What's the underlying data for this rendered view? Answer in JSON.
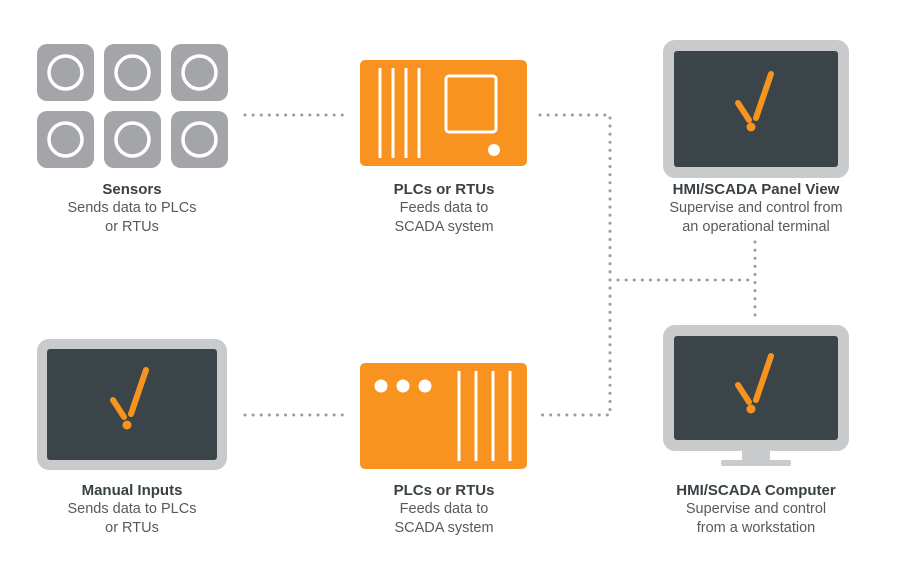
{
  "colors": {
    "accent_orange": "#f7931e",
    "device_gray": "#a3a5a8",
    "screen_dark": "#3b4448",
    "text_dark": "#3a4145",
    "text_body": "#555a5e",
    "connector_dots": "#9b9ea1"
  },
  "nodes": {
    "sensors": {
      "title": "Sensors",
      "line1": "Sends data to PLCs",
      "line2": "or RTUs",
      "icon": "sensor-grid-icon"
    },
    "plc_top": {
      "title": "PLCs or RTUs",
      "line1": "Feeds data to",
      "line2": "SCADA system",
      "icon": "plc-controller-icon"
    },
    "hmi_panel": {
      "title": "HMI/SCADA Panel View",
      "line1": "Supervise and control from",
      "line2": "an operational terminal",
      "icon": "panel-display-icon"
    },
    "manual_inputs": {
      "title": "Manual Inputs",
      "line1": "Sends data to PLCs",
      "line2": "or RTUs",
      "icon": "manual-input-display-icon"
    },
    "plc_bottom": {
      "title": "PLCs or RTUs",
      "line1": "Feeds data to",
      "line2": "SCADA system",
      "icon": "rtu-controller-icon"
    },
    "hmi_computer": {
      "title": "HMI/SCADA Computer",
      "line1": "Supervise and control",
      "line2": "from a workstation",
      "icon": "computer-monitor-icon"
    }
  }
}
